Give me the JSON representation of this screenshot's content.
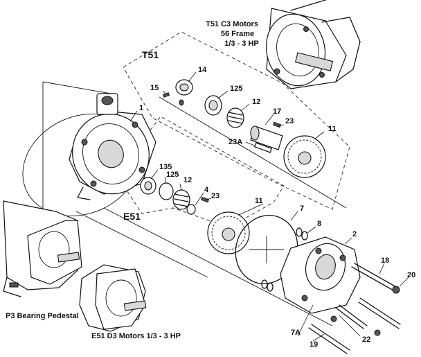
{
  "groups": {
    "t51": "T51",
    "e51": "E51"
  },
  "captions": {
    "t51_motor_line1": "T51 C3 Motors",
    "t51_motor_line2": "56 Frame",
    "t51_motor_line3": "1/3 - 3 HP",
    "pedestal": "P3 Bearing Pedestal",
    "e51_motor": "E51 D3 Motors 1/3 - 3 HP"
  },
  "parts": {
    "p1": "1",
    "p2": "2",
    "p4": "4",
    "p7": "7",
    "p7a": "7A",
    "p8": "8",
    "p11_top": "11",
    "p11_bottom": "11",
    "p12_top": "12",
    "p12_bottom": "12",
    "p14": "14",
    "p15": "15",
    "p17": "17",
    "p18": "18",
    "p19": "19",
    "p20": "20",
    "p22": "22",
    "p23_top": "23",
    "p23_bottom": "23",
    "p23a": "23A",
    "p125_top": "125",
    "p125_bottom": "125",
    "p135": "135"
  }
}
